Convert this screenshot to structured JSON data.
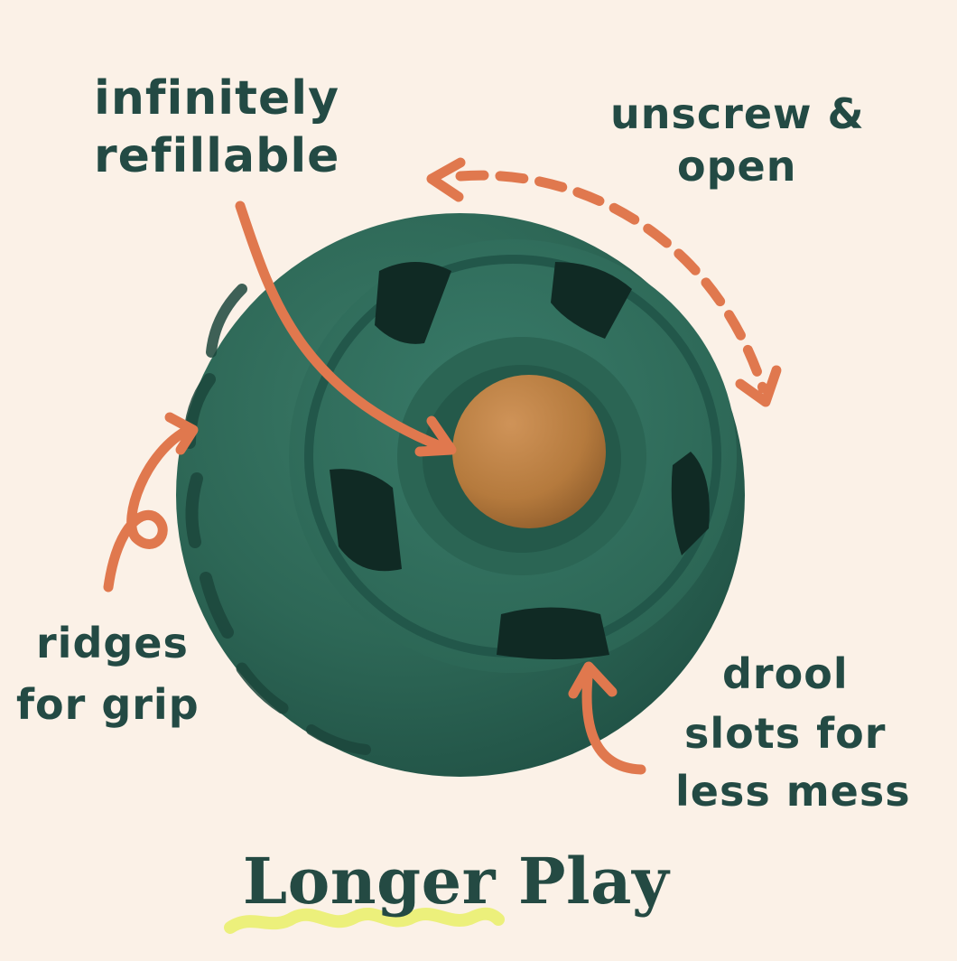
{
  "labels": {
    "refillable_line1": "infinitely",
    "refillable_line2": "refillable",
    "unscrew_line1": "unscrew &",
    "unscrew_line2": "open",
    "ridges_line1": "ridges",
    "ridges_line2": "for grip",
    "drool_line1": "drool",
    "drool_line2": "slots for",
    "drool_line3": "less mess"
  },
  "title": "Longer Play",
  "colors": {
    "background": "#fbf1e7",
    "ink": "#234a44",
    "accent_arrow": "#e0784e",
    "toy_green": "#2f6a58",
    "treat_brown": "#b77a3e",
    "underline_yellow": "#ecf07b"
  },
  "icons": {
    "toy": "treat-ball-icon",
    "treat": "treat-icon",
    "underline": "squiggle-underline-icon"
  }
}
